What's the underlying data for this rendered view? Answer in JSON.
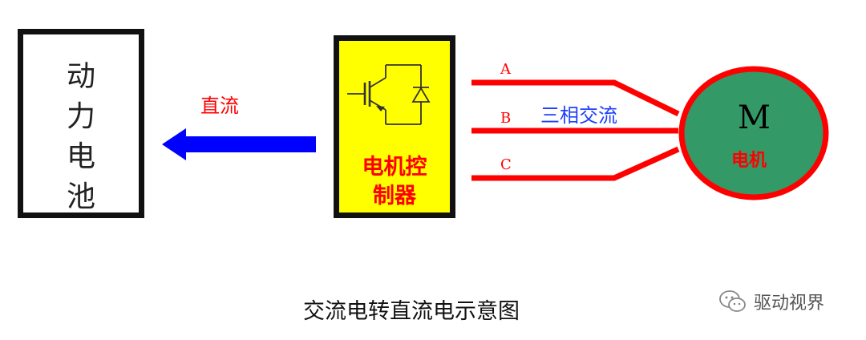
{
  "battery": {
    "label_lines": [
      "动",
      "力",
      "电",
      "池"
    ]
  },
  "dc_label": "直流",
  "controller": {
    "label_lines": [
      "电机控",
      "制器"
    ]
  },
  "phases": {
    "a": "A",
    "b": "B",
    "c": "C"
  },
  "ac_label": "三相交流",
  "motor": {
    "symbol": "M",
    "label": "电机"
  },
  "caption": "交流电转直流电示意图",
  "watermark": {
    "text": "驱动视界",
    "icon": "wechat-icon"
  },
  "colors": {
    "wire": "#ff0000",
    "arrow": "#0000ff",
    "controller_fill": "#ffff00",
    "motor_fill": "#339966",
    "motor_ring": "#ff0000"
  }
}
